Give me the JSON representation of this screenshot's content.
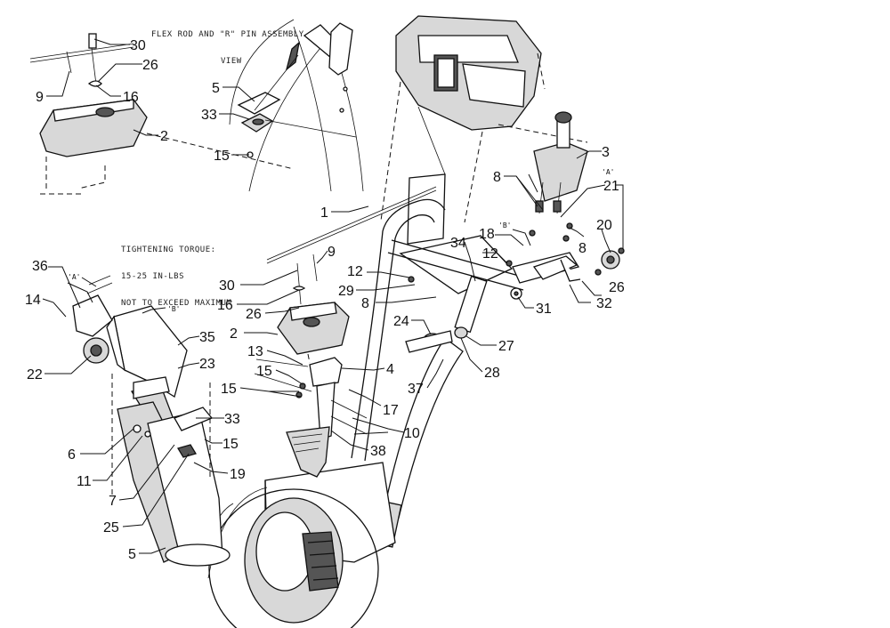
{
  "notes": {
    "flex_rod_title_line1": "FLEX ROD AND \"R\" PIN ASSEMBLY",
    "flex_rod_title_line2": "VIEW",
    "torque_line1": "TIGHTENING TORQUE:",
    "torque_line2": "15-25 IN-LBS",
    "torque_line3": "NOT TO EXCEED MAXIMUM"
  },
  "tags": {
    "a": "'A'",
    "b": "'B'"
  },
  "callouts": [
    "9",
    "30",
    "26",
    "16",
    "2",
    "5",
    "33",
    "15",
    "1",
    "3",
    "8",
    "21",
    "20",
    "8",
    "18",
    "34",
    "12",
    "12",
    "29",
    "8",
    "31",
    "26",
    "32",
    "24",
    "27",
    "28",
    "37",
    "4",
    "15",
    "15",
    "13",
    "2",
    "26",
    "30",
    "16",
    "9",
    "36",
    "14",
    "22",
    "35",
    "23",
    "33",
    "15",
    "6",
    "11",
    "7",
    "25",
    "5",
    "19",
    "17",
    "10",
    "38"
  ]
}
